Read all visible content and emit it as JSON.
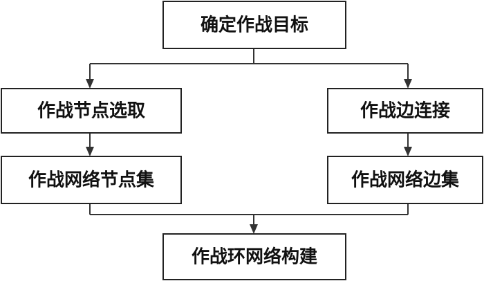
{
  "diagram": {
    "nodes": {
      "goal": "确定作战目标",
      "node_select": "作战节点选取",
      "node_set": "作战网络节点集",
      "edge_connect": "作战边连接",
      "edge_set": "作战网络边集",
      "ring_build": "作战环网络构建"
    },
    "colors": {
      "line": "#333333",
      "box_stroke": "#222222",
      "text": "#111111",
      "background": "#ffffff"
    }
  }
}
